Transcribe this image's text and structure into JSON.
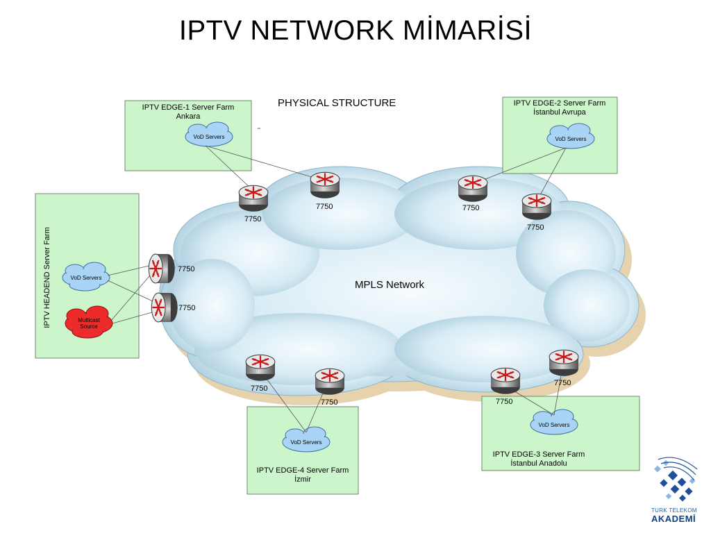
{
  "title": "IPTV NETWORK MİMARİSİ",
  "diagram": {
    "subtitle": "PHYSICAL STRUCTURE",
    "cloud_label": "MPLS Network",
    "router_label": "7750",
    "farms": {
      "edge1": {
        "title": "IPTV EDGE-1 Server Farm",
        "location": "Ankara",
        "servers": "VoD Servers"
      },
      "edge2": {
        "title": "IPTV EDGE-2 Server Farm",
        "location": "İstanbul Avrupa",
        "servers": "VoD Servers"
      },
      "edge3": {
        "title": "IPTV EDGE-3 Server Farm",
        "location": "İstanbul Anadolu",
        "servers": "VoD Servers"
      },
      "edge4": {
        "title": "IPTV EDGE-4 Server Farm",
        "location": "İzmir",
        "servers": "VoD Servers"
      },
      "headend": {
        "title": "IPTV HEADEND Server Farm",
        "servers": "VoD Servers",
        "multicast_line1": "Multicast",
        "multicast_line2": "Source"
      }
    }
  },
  "logo": {
    "line1": "TURK TELEKOM",
    "line2": "AKADEMİ"
  },
  "colors": {
    "farm_box": "#ccf5cc",
    "vod_cloud": "#a9d4f5",
    "multicast_cloud": "#ee2b2b",
    "mpls_cloud": "#d7ecf5"
  }
}
